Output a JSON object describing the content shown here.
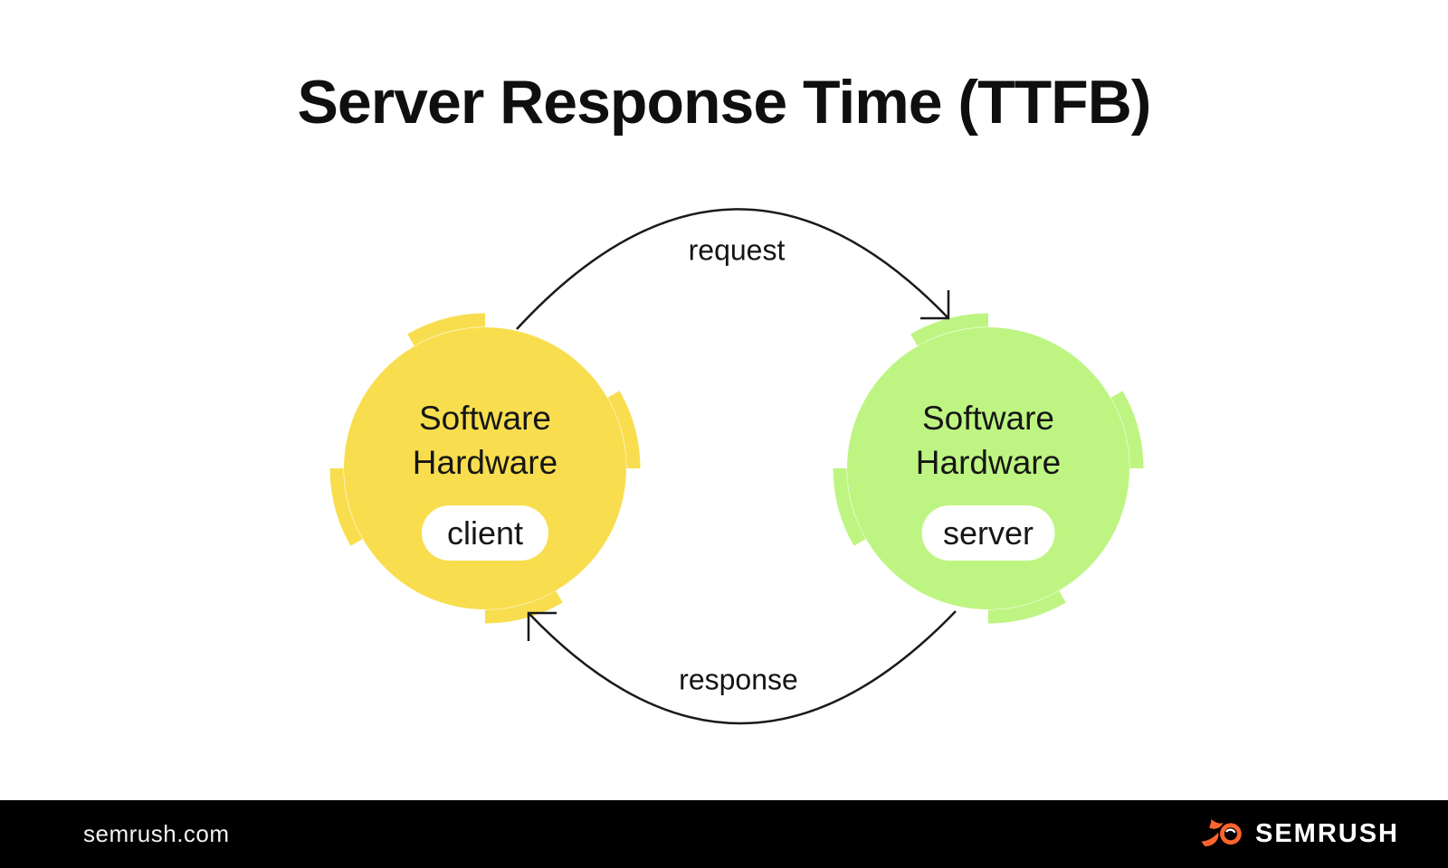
{
  "title": "Server Response Time (TTFB)",
  "diagram": {
    "request_label": "request",
    "response_label": "response",
    "client_node": {
      "line1": "Software",
      "line2": "Hardware",
      "tag": "client"
    },
    "server_node": {
      "line1": "Software",
      "line2": "Hardware",
      "tag": "server"
    }
  },
  "footer": {
    "site": "semrush.com",
    "brand": "SEMRUSH"
  },
  "colors": {
    "client_circle": "#F8DE4E",
    "server_circle": "#BEF582",
    "line": "#1a1a1a",
    "brand_orange": "#FF642D",
    "footer_bg": "#000000"
  }
}
